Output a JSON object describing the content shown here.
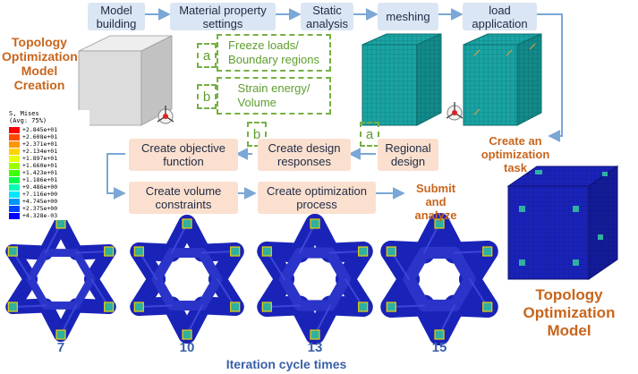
{
  "top_flow": {
    "model_building": "Model\nbuilding",
    "material_property": "Material property\nsettings",
    "static_analysis": "Static\nanalysis",
    "meshing": "meshing",
    "load_application": "load\napplication"
  },
  "left_title": "Topology\nOptimization\nModel\nCreation",
  "dashed_notes": {
    "a_letter": "a",
    "a_text": "Freeze loads/\nBoundary regions",
    "b_letter": "b",
    "b_text": "Strain energy/\nVolume",
    "b_small": "b",
    "a_small": "a"
  },
  "legend": {
    "title": "S, Mises\n(Avg: 75%)",
    "entries": [
      {
        "value": "+2.845e+01",
        "color": "#ff0000"
      },
      {
        "value": "+2.608e+01",
        "color": "#ff4a00"
      },
      {
        "value": "+2.371e+01",
        "color": "#ff9600"
      },
      {
        "value": "+2.134e+01",
        "color": "#ffd200"
      },
      {
        "value": "+1.897e+01",
        "color": "#e6ff00"
      },
      {
        "value": "+1.660e+01",
        "color": "#9bff00"
      },
      {
        "value": "+1.423e+01",
        "color": "#3cff00"
      },
      {
        "value": "+1.186e+01",
        "color": "#00ff4a"
      },
      {
        "value": "+9.486e+00",
        "color": "#00ffb4"
      },
      {
        "value": "+7.116e+00",
        "color": "#00e6ff"
      },
      {
        "value": "+4.745e+00",
        "color": "#0096ff"
      },
      {
        "value": "+2.375e+00",
        "color": "#0046ff"
      },
      {
        "value": "+4.328e-03",
        "color": "#0000ff"
      }
    ]
  },
  "middle_flow": {
    "create_optimization_task": "Create an\noptimization\ntask",
    "regional_design": "Regional\ndesign",
    "create_design_responses": "Create design\nresponses",
    "create_objective_function": "Create objective\nfunction",
    "create_volume_constraints": "Create volume\nconstraints",
    "create_optimization_process": "Create optimization\nprocess",
    "submit_and_analyze": "Submit and\nanalyze"
  },
  "iterations": {
    "labels": [
      "7",
      "10",
      "13",
      "15"
    ],
    "caption": "Iteration cycle times"
  },
  "right_title": "Topology\nOptimization\nModel",
  "colors": {
    "blue_box": "#dbe6f4",
    "peach_box": "#fbe0cf",
    "arrow": "#7ba7d6",
    "dashed": "#76b043",
    "orange_text": "#c8651b",
    "caption_blue": "#3a5fa8",
    "mesh_teal": "#1aa3a3",
    "model_blue": "#1a23b8"
  }
}
